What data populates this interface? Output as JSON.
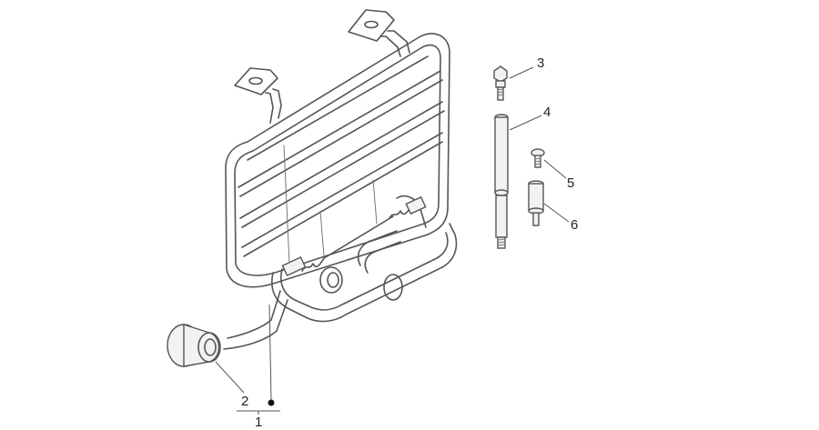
{
  "callouts": {
    "c1": "1",
    "c2": "2",
    "c3": "3",
    "c4": "4",
    "c5": "5",
    "c6": "6"
  },
  "colors": {
    "line": "#555555",
    "text": "#222222",
    "background": "#ffffff"
  }
}
